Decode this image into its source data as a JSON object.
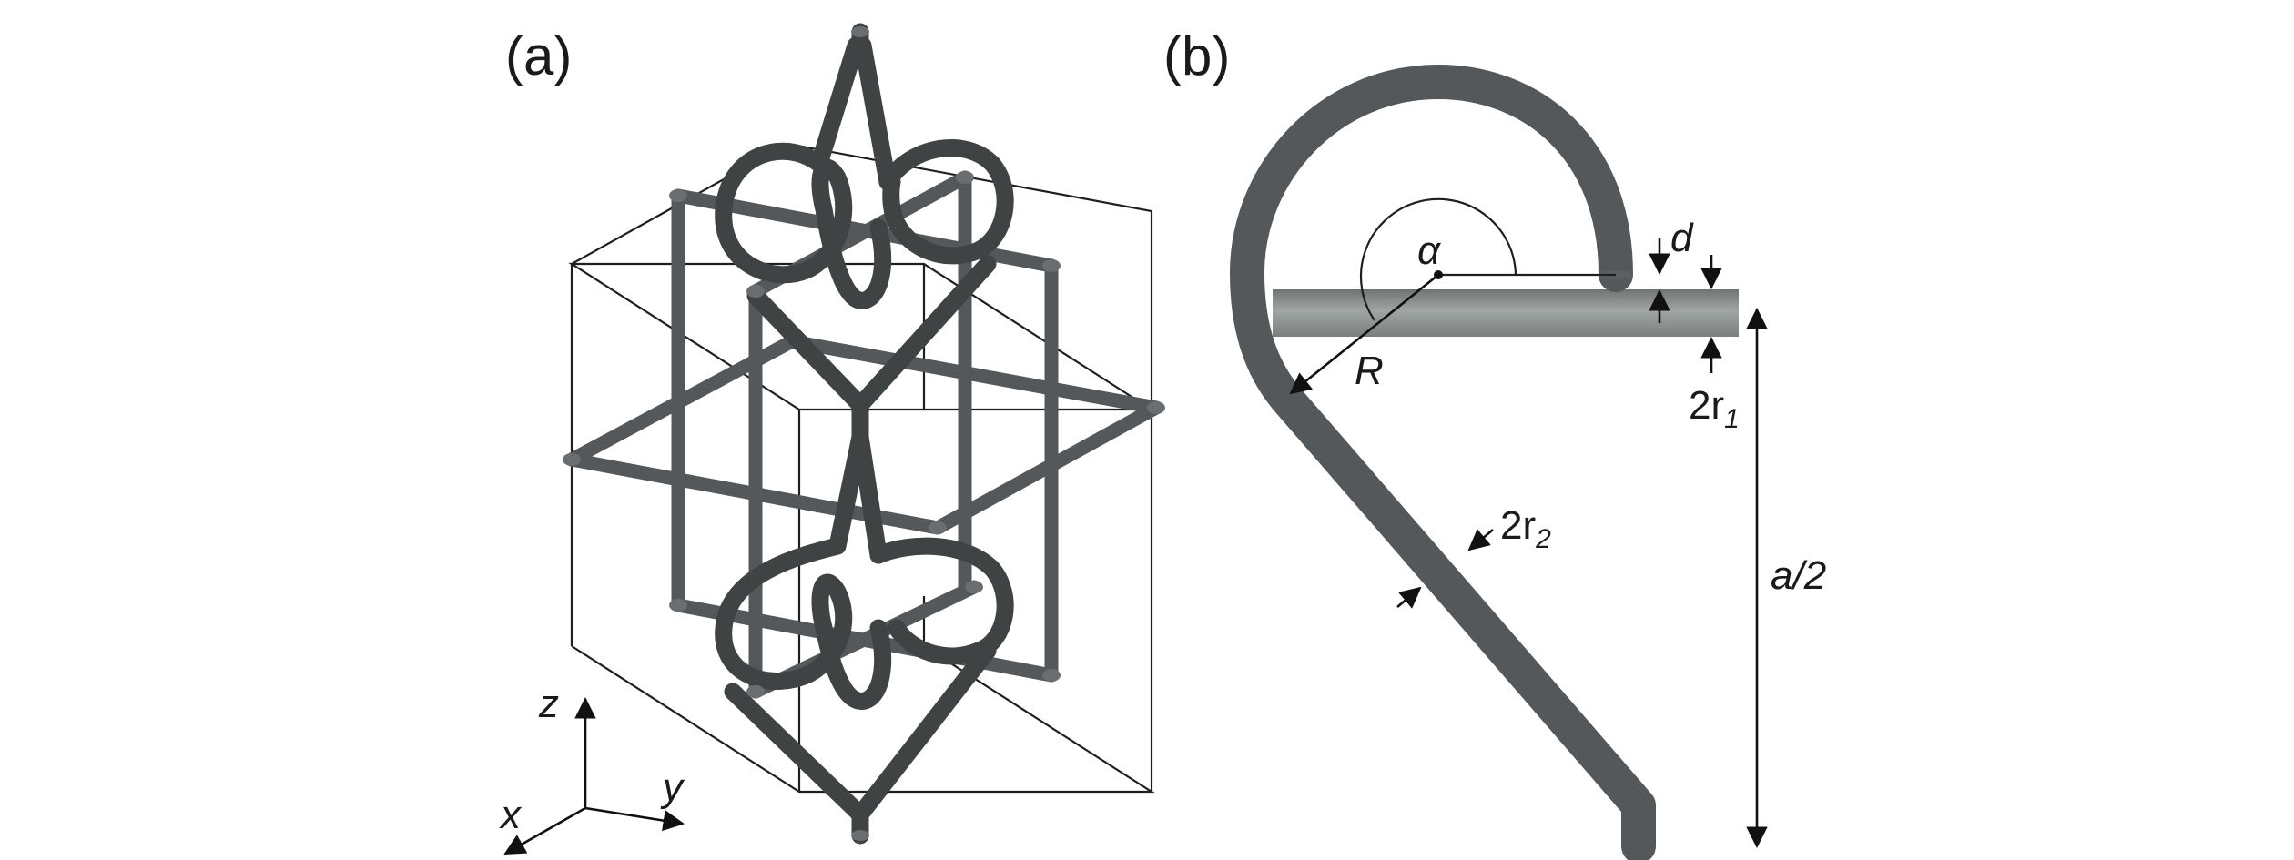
{
  "panels": {
    "a": {
      "label": "(a)"
    },
    "b": {
      "label": "(b)"
    }
  },
  "axes_triad": {
    "z_label": "z",
    "y_label": "y",
    "x_label": "x"
  },
  "annotations": {
    "alpha": "α",
    "radius": "R",
    "thickness_d": "d",
    "rod1_label": "2r",
    "rod1_sub": "1",
    "rod2_label": "2r",
    "rod2_sub": "2",
    "half_period": "a/2"
  },
  "colors": {
    "rod": "#54585a",
    "helix": "#3f4344",
    "horizontal_rod": "#8b908f",
    "lines": "#1f1f1f"
  }
}
